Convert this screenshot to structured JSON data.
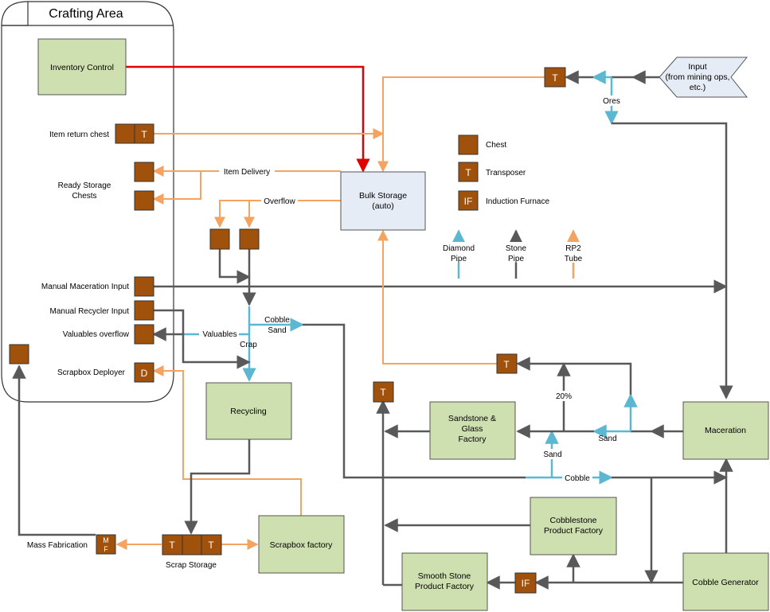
{
  "colors": {
    "stone_pipe": "#595959",
    "rp2_tube": "#f4a460",
    "diamond_pipe": "#5bb8d0",
    "red_link": "#e00000",
    "chest_fill": "#a0520d",
    "process_fill": "#cfe0b0",
    "storage_fill": "#e6ecf5"
  },
  "area": {
    "title": "Crafting Area"
  },
  "nodes": {
    "inventory_control": "Inventory Control",
    "bulk_storage": [
      "Bulk Storage",
      "(auto)"
    ],
    "recycling": "Recycling",
    "scrapbox_factory": "Scrapbox factory",
    "sandstone_glass": [
      "Sandstone &",
      "Glass",
      "Factory"
    ],
    "maceration": "Maceration",
    "cobblestone_product": [
      "Cobblestone",
      "Product Factory"
    ],
    "smooth_stone": [
      "Smooth Stone",
      "Product Factory"
    ],
    "cobble_generator": "Cobble Generator",
    "input": [
      "Input",
      "(from mining ops,",
      "etc.)"
    ]
  },
  "labels": {
    "item_return_chest": "Item return chest",
    "ready_storage": [
      "Ready Storage",
      "Chests"
    ],
    "manual_maceration": "Manual Maceration Input",
    "manual_recycler": "Manual Recycler Input",
    "valuables_overflow": "Valuables overflow",
    "scrapbox_deployer": "Scrapbox Deployer",
    "mass_fabrication": "Mass Fabrication",
    "scrap_storage": "Scrap Storage",
    "item_delivery": "Item Delivery",
    "overflow": "Overflow",
    "ores": "Ores",
    "valuables": "Valuables",
    "cobble_sand": [
      "Cobble",
      "Sand"
    ],
    "crap": "Crap",
    "twenty_pct": "20%",
    "sand_1": "Sand",
    "sand_2": "Sand",
    "cobble": "Cobble"
  },
  "box_letters": {
    "transposer": "T",
    "deployer": "D",
    "induction_furnace": "IF",
    "mass_fab": [
      "M",
      "F"
    ]
  },
  "legend": {
    "chest": "Chest",
    "transposer": "Transposer",
    "induction_furnace": "Induction Furnace",
    "transposer_letter": "T",
    "if_letter": "IF",
    "diamond_pipe": [
      "Diamond",
      "Pipe"
    ],
    "stone_pipe": [
      "Stone",
      "Pipe"
    ],
    "rp2_tube": [
      "RP2",
      "Tube"
    ]
  }
}
